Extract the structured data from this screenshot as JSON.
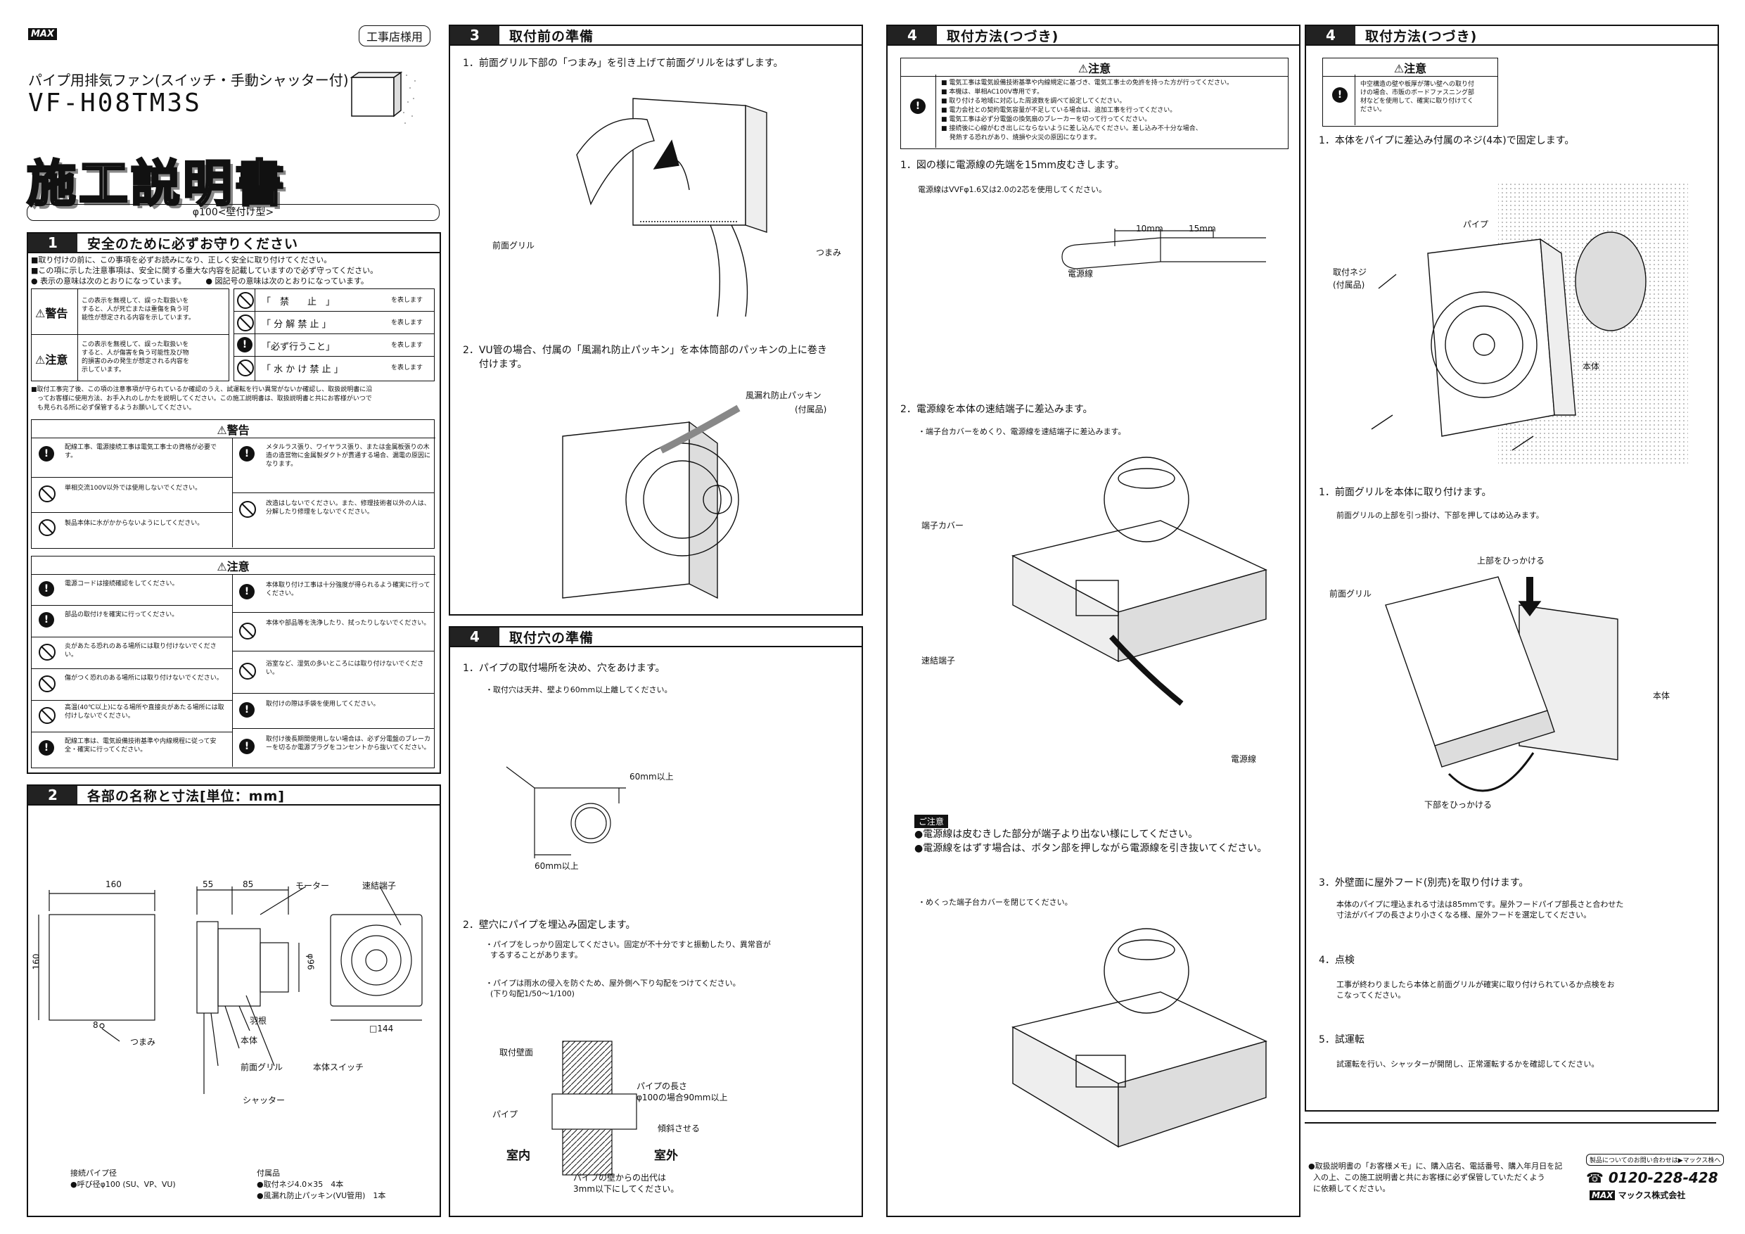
{
  "header": {
    "brand": "MAX",
    "badge": "工事店様用",
    "subtitle": "パイプ用排気ファン(スイッチ・手動シャッター付)",
    "model": "VF-H08TM3S",
    "main_title": "施工説明書",
    "mount_type": "φ100<壁付け型>"
  },
  "section1": {
    "num": "1",
    "title": "安全のために必ずお守りください",
    "intro": [
      "■取り付けの前に、この事項を必ずお読みになり、正しく安全に取り付けてください。",
      "■この項に示した注意事項は、安全に関する重大な内容を記載していますので必ず守ってください。",
      "● 表示の意味は次のとおりになっています。        ● 図記号の意味は次のとおりになっています。"
    ],
    "legend_left": [
      {
        "tag": "警告",
        "text": "この表示を無視して、誤った取扱いを\nすると、人が死亡または重傷を負う可\n能性が想定される内容を示しています。"
      },
      {
        "tag": "注意",
        "text": "この表示を無視して、誤った取扱いを\nすると、人が傷害を負う可能性及び物\n的損害のみの発生が想定される内容を\n示しています。"
      }
    ],
    "legend_right": [
      {
        "label": "「　禁　　止　」",
        "suffix": "を表します"
      },
      {
        "label": "「 分 解 禁 止 」",
        "suffix": "を表します"
      },
      {
        "label": "「必ず行うこと」",
        "suffix": "を表します"
      },
      {
        "label": "「 水 か け 禁 止 」",
        "suffix": "を表します"
      }
    ],
    "closing": [
      "■取付工事完了後、この項の注意事項が守られているか確認のうえ、試運転を行い異常がないか確認し、取扱説明書に沿",
      "　ってお客様に使用方法、お手入れのしかたを説明してください。この施工説明書は、取扱説明書と共にお客様がいつで",
      "　も見られる所に必ず保管するようお願いしてください。"
    ],
    "warning_title": "警告",
    "warning_left": [
      "配線工事、電源接続工事は電気工事士の資格が必要です。",
      "単相交流100V以外では使用しないでください。",
      "製品本体に水がかからないようにしてください。"
    ],
    "warning_right": [
      "メタルラス張り、ワイヤラス張り、または金属板張りの木造の造営物に金属製ダクトが貫通する場合、漏電の原因になります。",
      "改造はしないでください。また、修理技術者以外の人は、分解したり修理をしないでください。"
    ],
    "caution_title": "注意",
    "caution_left": [
      "電源コードは接続確認をしてください。",
      "部品の取付けを確実に行ってください。",
      "炎があたる恐れのある場所には取り付けないでください。",
      "傷がつく恐れのある場所には取り付けないでください。",
      "高温(40℃以上)になる場所や直接炎があたる場所には取付けしないでください。",
      "配線工事は、電気設備技術基準や内線規程に従って安全・確実に行ってください。"
    ],
    "caution_right": [
      "本体取り付け工事は十分強度が得られるよう確実に行ってください。",
      "本体や部品等を洗浄したり、拭ったりしないでください。",
      "浴室など、湿気の多いところには取り付けないでください。",
      "取付けの際は手袋を使用してください。",
      "取付け後長期間使用しない場合は、必ず分電盤のブレーカーを切るか電源プラグをコンセントから抜いてください。"
    ]
  },
  "section2": {
    "num": "2",
    "title": "各部の名称と寸法[単位：mm]",
    "dims": [
      "160",
      "160",
      "55",
      "85",
      "8",
      "φ96",
      "□144"
    ],
    "labels": [
      "モーター",
      "速結端子",
      "つまみ",
      "羽根",
      "本体",
      "前面グリル",
      "本体スイッチ",
      "シャッター"
    ],
    "pipe_title": "接続パイプ径",
    "pipe_value": "●呼び径φ100 (SU、VP、VU)",
    "acc_title": "付属品",
    "acc_items": [
      "●取付ネジ4.0×35　4本",
      "●風漏れ防止パッキン(VU管用)　1本"
    ]
  },
  "section3": {
    "num": "3",
    "title": "取付前の準備",
    "step1": "1．前面グリル下部の「つまみ」を引き上げて前面グリルをはずします。",
    "step1_labels": [
      "前面グリル",
      "つまみ"
    ],
    "step2": "2．VU管の場合、付属の「風漏れ防止パッキン」を本体筒部のパッキンの上に巻き\n　  付けます。",
    "step2_labels": [
      "風漏れ防止パッキン",
      "(付属品)"
    ]
  },
  "section4a": {
    "num": "4",
    "title": "取付穴の準備",
    "step1": "1．パイプの取付場所を決め、穴をあけます。",
    "step1_note": "・取付穴は天井、壁より60mm以上離してください。",
    "dim_labels": [
      "60mm以上",
      "60mm以上"
    ],
    "step2": "2．壁穴にパイプを埋込み固定します。",
    "step2_notes": [
      "・パイプをしっかり固定してください。固定が不十分ですと振動したり、異常音が\n  するすることがあります。",
      "・パイプは雨水の侵入を防ぐため、屋外側へ下り勾配をつけてください。\n  (下り勾配1/50～1/100)"
    ],
    "diagram_labels": [
      "取付壁面",
      "パイプの長さ",
      "φ100の場合90mm以上",
      "傾斜させる",
      "パイプ",
      "室内",
      "室外",
      "パイプの壁からの出代は",
      "3mm以下にしてください。"
    ]
  },
  "section4b": {
    "num": "4",
    "title": "取付方法(つづき)",
    "caution_title": "注意",
    "caution_lines": [
      "■ 電気工事は電気設備技術基準や内線規定に基づき、電気工事士の免許を持った方が行ってください。",
      "■ 本機は、単相AC100V専用です。",
      "■ 取り付ける地域に対応した周波数を調べて設定してください。",
      "■ 電力会社との契約電気容量が不足している場合は、追加工事を行ってください。",
      "■ 電気工事は必ず分電盤の換気扇のブレーカーを切って行ってください。",
      "■ 接続後に心線がむき出しにならないように差し込んでください。差し込み不十分な場合、",
      "　 発熱する恐れがあり、焼損や火災の原因になります。"
    ],
    "step1": "1．図の様に電源線の先端を15mm皮むきします。",
    "step1_note": "電源線はVVFφ1.6又は2.0の2芯を使用してください。",
    "wire_labels": [
      "10mm",
      "15mm",
      "電源線"
    ],
    "step2": "2．電源線を本体の速結端子に差込みます。",
    "step2_note": "・端子台カバーをめくり、電源線を速結端子に差込みます。",
    "fig_labels": [
      "端子カバー",
      "速結端子",
      "電源線"
    ],
    "note_title": "ご注意",
    "notes": [
      "●電源線は皮むきした部分が端子より出ない様にしてください。",
      "●電源線をはずす場合は、ボタン部を押しながら電源線を引き抜いてください。"
    ],
    "close_note": "・めくった端子台カバーを閉じてください。"
  },
  "section4c": {
    "num": "4",
    "title": "取付方法(つづき)",
    "caution_title": "注意",
    "caution_text": "中空構造の壁や板厚が薄い壁への取り付\nけの場合、市販のボードファスニング部\n材などを使用して、確実に取り付けてく\nださい。",
    "step_a": "1．本体をパイプに差込み付属のネジ(4本)で固定します。",
    "fig1_labels": [
      "パイプ",
      "取付ネジ",
      "(付属品)",
      "本体"
    ],
    "step1": "1．前面グリルを本体に取り付けます。",
    "step1_note": "前面グリルの上部を引っ掛け、下部を押してはめ込みます。",
    "fig2_labels": [
      "上部をひっかける",
      "前面グリル",
      "本体",
      "下部をひっかける"
    ],
    "step3": "3．外壁面に屋外フード(別売)を取り付けます。",
    "step3_note": "本体のパイプに埋込まれる寸法は85mmです。屋外フードパイプ部長さと合わせた\n寸法がパイプの長さより小さくなる様、屋外フードを選定してください。",
    "step4": "4．点検",
    "step4_note": "工事が終わりましたら本体と前面グリルが確実に取り付けられているか点検をお\nこなってください。",
    "step5": "5．試運転",
    "step5_note": "試運転を行い、シャッターが開閉し、正常運転するかを確認してください。"
  },
  "footer": {
    "memo": "●取扱説明書の「お客様メモ」に、購入店名、電話番号、購入年月日を記\n  入の上、この施工説明書と共にお客様に必ず保管していただくよう\n  に依頼してください。",
    "contact_label": "製品についてのお問い合わせは▶マックス株へ",
    "phone": "0120-228-428",
    "company": "マックス株式会社",
    "brand": "MAX"
  }
}
